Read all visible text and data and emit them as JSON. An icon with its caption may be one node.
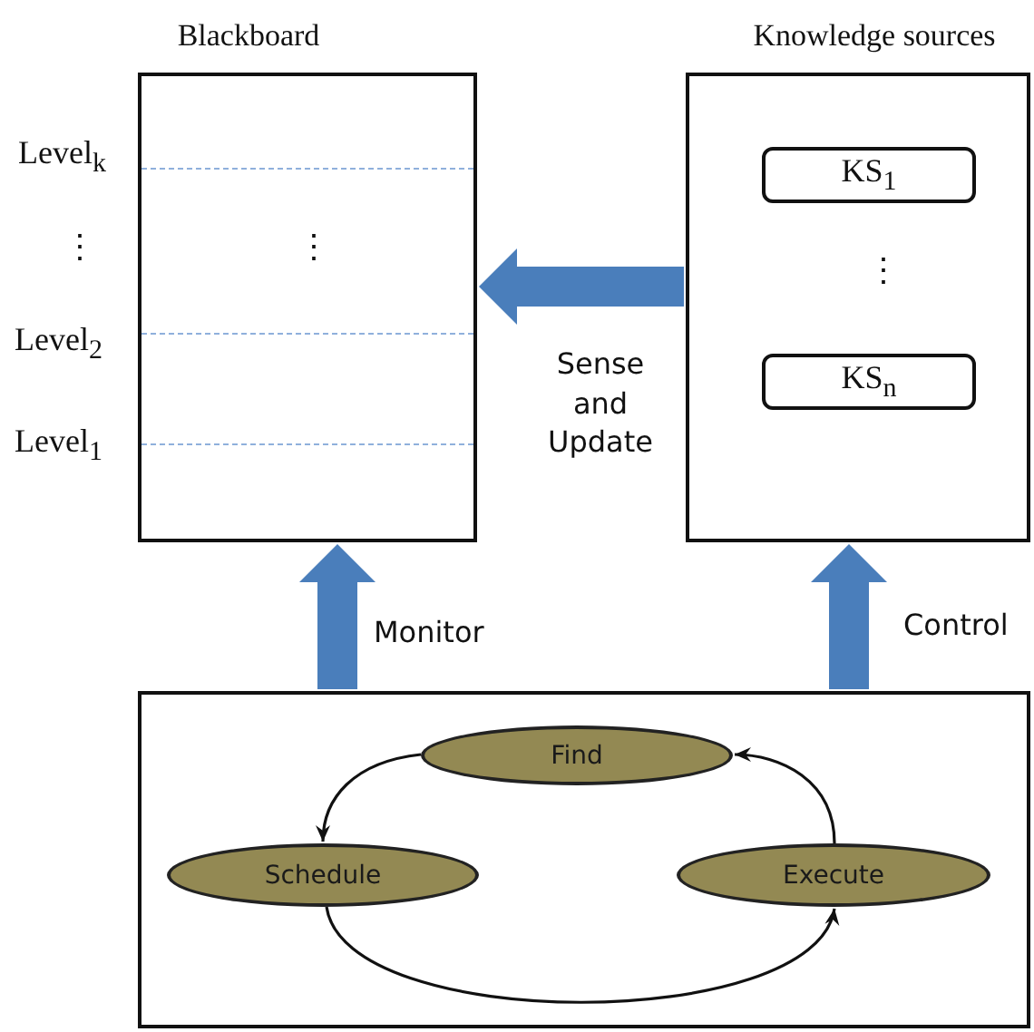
{
  "diagram": {
    "nodes": [
      {
        "text": [
          "Blackboard"
        ]
      },
      {
        "text": [
          "Knowledge sources"
        ]
      },
      {
        "text": [
          "KS$_{1}$"
        ],
        "in": 1
      },
      {
        "text": [
          "KS$_{n}$"
        ],
        "in": 1
      },
      {
        "text": [],
        "shape": "box"
      },
      {
        "text": [
          "Find"
        ],
        "in": 4
      },
      {
        "text": [
          "Schedule"
        ],
        "in": 4
      },
      {
        "text": [
          "Execute"
        ],
        "in": 4
      }
    ],
    "edges": [
      {
        "from": 1,
        "to": 0,
        "arrow": "to",
        "label": "Sense and Update",
        "style": "thick",
        "color": "#4a7ebb"
      },
      {
        "from": 4,
        "to": 0,
        "arrow": "to",
        "label": "Monitor",
        "style": "thick",
        "color": "#4a7ebb"
      },
      {
        "from": 4,
        "to": 1,
        "arrow": "to",
        "label": "Control",
        "style": "thick",
        "color": "#4a7ebb"
      },
      {
        "from": 5,
        "to": 6,
        "arrow": "to",
        "color": "#111111"
      },
      {
        "from": 6,
        "to": 7,
        "arrow": "to",
        "color": "#111111"
      },
      {
        "from": 7,
        "to": 5,
        "arrow": "to",
        "color": "#111111"
      }
    ],
    "labels": [
      "Level$_{k}$",
      "⋮",
      "⋮",
      "⋮",
      "Level$_{2}$",
      "Level$_{1}$"
    ]
  }
}
